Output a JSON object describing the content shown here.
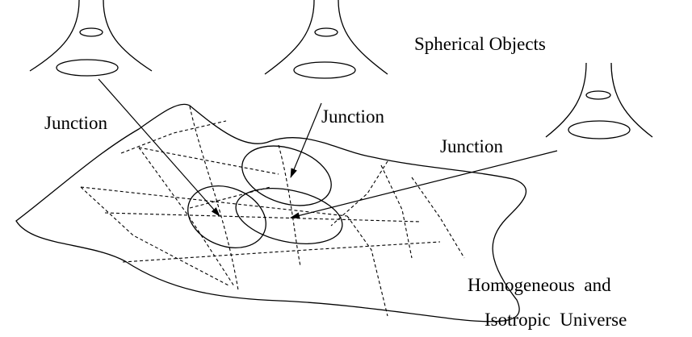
{
  "labels": {
    "spherical_objects": "Spherical Objects",
    "junction": "Junction",
    "universe_line1": "Homogeneous  and",
    "universe_line2": "Isotropic  Universe"
  },
  "colors": {
    "stroke": "#000000",
    "background": "#ffffff"
  }
}
